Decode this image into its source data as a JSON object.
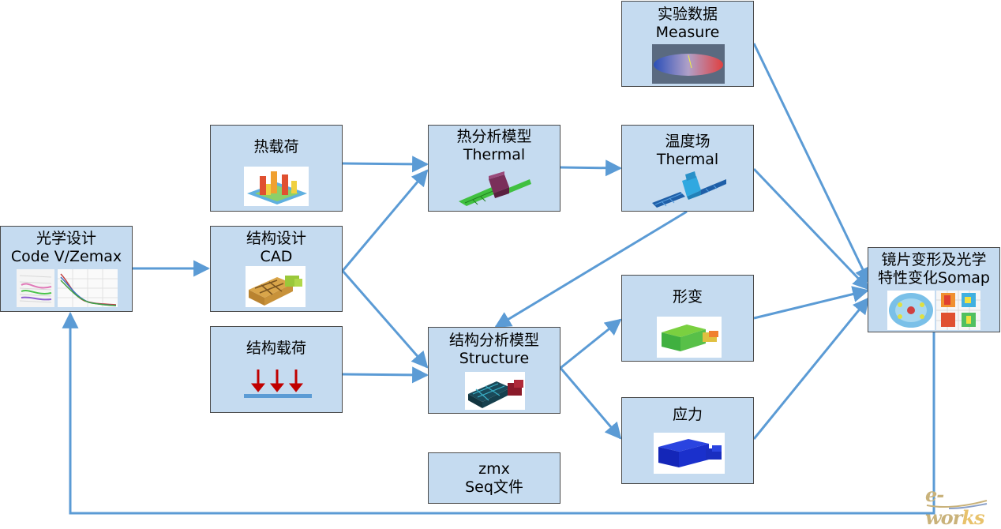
{
  "nodes": {
    "optics": {
      "line1": "光学设计",
      "line2": "Code V/Zemax"
    },
    "thermal_load": {
      "line1": "热载荷",
      "line2": ""
    },
    "struct_design": {
      "line1": "结构设计",
      "line2": "CAD"
    },
    "struct_load": {
      "line1": "结构载荷",
      "line2": ""
    },
    "thermal_model": {
      "line1": "热分析模型",
      "line2": "Thermal"
    },
    "struct_model": {
      "line1": "结构分析模型",
      "line2": "Structure"
    },
    "zmx": {
      "line1": "zmx",
      "line2": "Seq文件"
    },
    "measure": {
      "line1": "实验数据",
      "line2": "Measure"
    },
    "temperature_field": {
      "line1": "温度场",
      "line2": "Thermal"
    },
    "deformation": {
      "line1": "形变",
      "line2": ""
    },
    "stress": {
      "line1": "应力",
      "line2": ""
    },
    "mirror": {
      "line1": "镜片变形及光学",
      "line2": "特性变化Somap"
    }
  },
  "watermark": {
    "prefix": "e-wor",
    "accent": "ks"
  },
  "colors": {
    "node_fill": "#c5dbf0",
    "node_border": "#4a4a4a",
    "arrow": "#5b9bd5",
    "load_arrow": "#c00000"
  }
}
